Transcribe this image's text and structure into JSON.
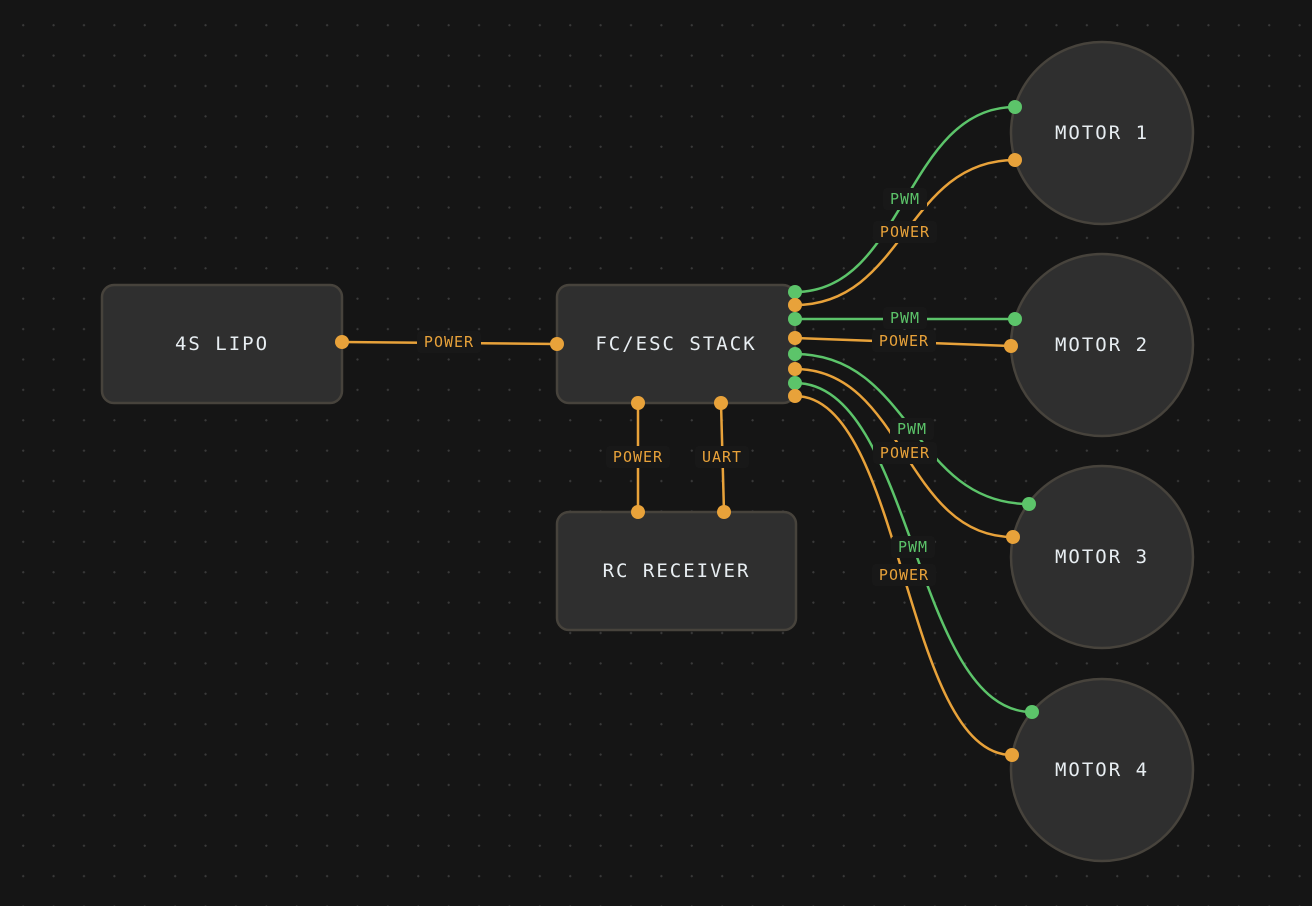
{
  "colors": {
    "power": "#e8a23a",
    "pwm": "#5cc46a",
    "uart": "#e8a23a",
    "node_fill": "#2f2f2f",
    "node_stroke": "#47433c",
    "background": "#151515",
    "label_text": "#e8eef2"
  },
  "nodes": [
    {
      "id": "lipo",
      "label": "4S LIPO",
      "shape": "rect"
    },
    {
      "id": "fc",
      "label": "FC/ESC STACK",
      "shape": "rect"
    },
    {
      "id": "rx",
      "label": "RC RECEIVER",
      "shape": "rect"
    },
    {
      "id": "m1",
      "label": "MOTOR 1",
      "shape": "circle"
    },
    {
      "id": "m2",
      "label": "MOTOR 2",
      "shape": "circle"
    },
    {
      "id": "m3",
      "label": "MOTOR 3",
      "shape": "circle"
    },
    {
      "id": "m4",
      "label": "MOTOR 4",
      "shape": "circle"
    }
  ],
  "edges": [
    {
      "from": "lipo",
      "to": "fc",
      "label": "POWER",
      "type": "power"
    },
    {
      "from": "fc",
      "to": "rx",
      "label": "POWER",
      "type": "power"
    },
    {
      "from": "fc",
      "to": "rx",
      "label": "UART",
      "type": "uart"
    },
    {
      "from": "fc",
      "to": "m1",
      "label": "PWM",
      "type": "pwm"
    },
    {
      "from": "fc",
      "to": "m1",
      "label": "POWER",
      "type": "power"
    },
    {
      "from": "fc",
      "to": "m2",
      "label": "PWM",
      "type": "pwm"
    },
    {
      "from": "fc",
      "to": "m2",
      "label": "POWER",
      "type": "power"
    },
    {
      "from": "fc",
      "to": "m3",
      "label": "PWM",
      "type": "pwm"
    },
    {
      "from": "fc",
      "to": "m3",
      "label": "POWER",
      "type": "power"
    },
    {
      "from": "fc",
      "to": "m4",
      "label": "PWM",
      "type": "pwm"
    },
    {
      "from": "fc",
      "to": "m4",
      "label": "POWER",
      "type": "power"
    }
  ]
}
